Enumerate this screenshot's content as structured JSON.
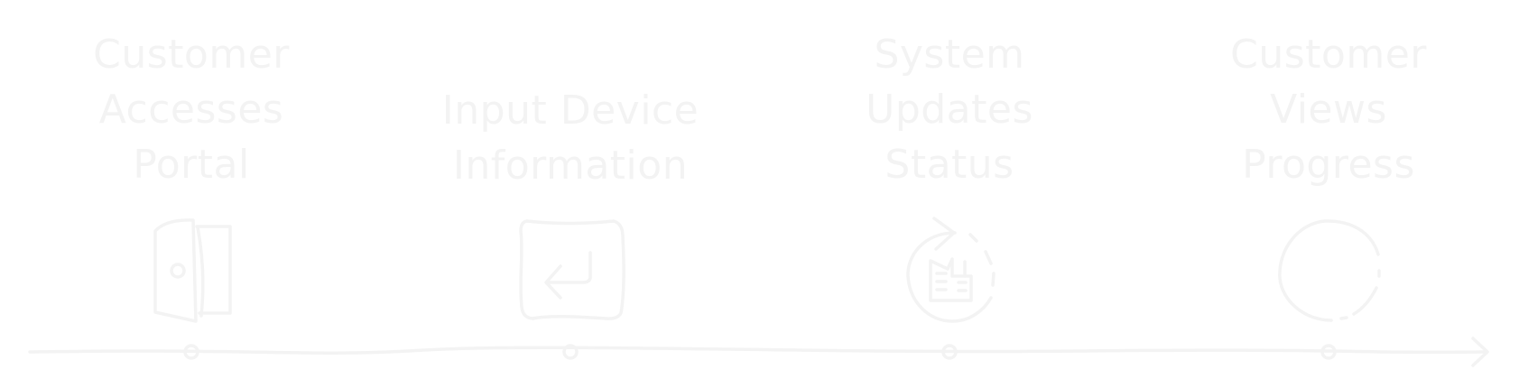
{
  "steps": [
    {
      "title": "Customer\nAccesses\nPortal",
      "icon": "door-open-icon"
    },
    {
      "title": "Input Device\nInformation",
      "icon": "enter-key-icon"
    },
    {
      "title": "System\nUpdates\nStatus",
      "icon": "factory-refresh-icon"
    },
    {
      "title": "Customer\nViews\nProgress",
      "icon": "progress-circle-icon"
    }
  ],
  "colors": {
    "stroke": "#f3f3f3",
    "text": "#f3f3f3"
  }
}
